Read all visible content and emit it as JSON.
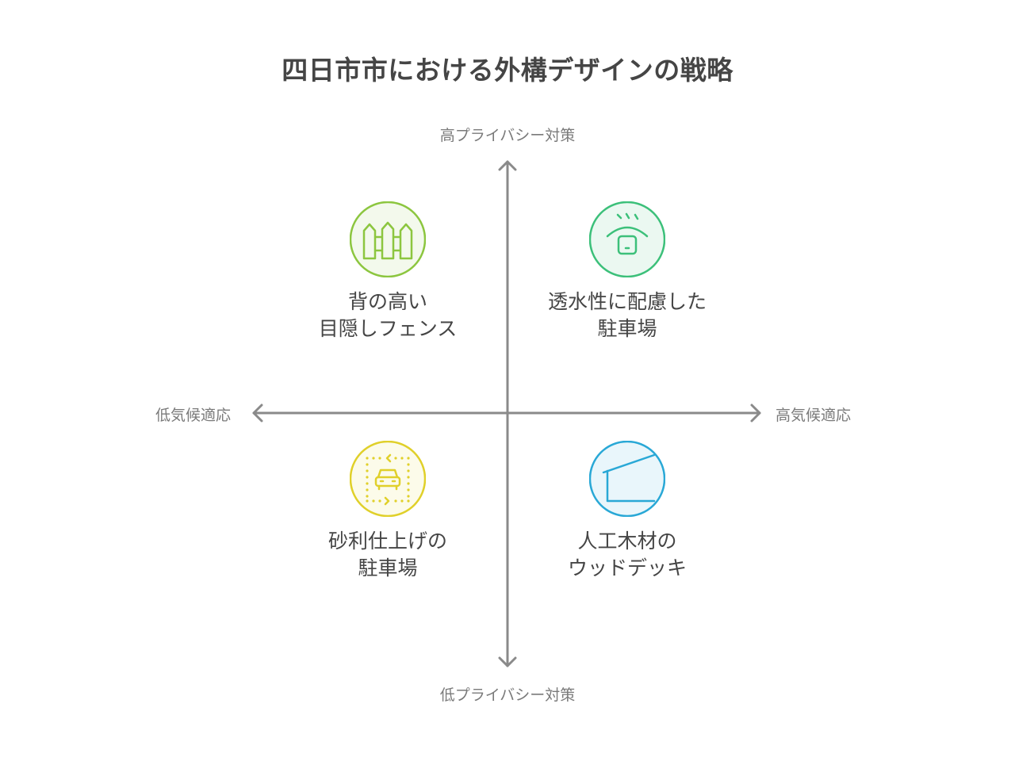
{
  "title": "四日市市における外構デザインの戦略",
  "axes": {
    "y_top": "高プライバシー対策",
    "y_bottom": "低プライバシー対策",
    "x_left": "低気候適応",
    "x_right": "高気候適応",
    "color": "#8a8a8a"
  },
  "quadrants": [
    {
      "position": "top-left",
      "icon": "fence-icon",
      "line1": "背の高い",
      "line2": "目隠しフェンス",
      "stroke": "#8cc63f",
      "fill": "#f3f9ec"
    },
    {
      "position": "top-right",
      "icon": "rain-drainage-icon",
      "line1": "透水性に配慮した",
      "line2": "駐車場",
      "stroke": "#3cc07a",
      "fill": "#ebf8f1"
    },
    {
      "position": "bottom-left",
      "icon": "car-parking-icon",
      "line1": "砂利仕上げの",
      "line2": "駐車場",
      "stroke": "#e0d02a",
      "fill": "#fcfbea"
    },
    {
      "position": "bottom-right",
      "icon": "deck-roof-icon",
      "line1": "人工木材の",
      "line2": "ウッドデッキ",
      "stroke": "#29a8d6",
      "fill": "#e9f6fb"
    }
  ]
}
